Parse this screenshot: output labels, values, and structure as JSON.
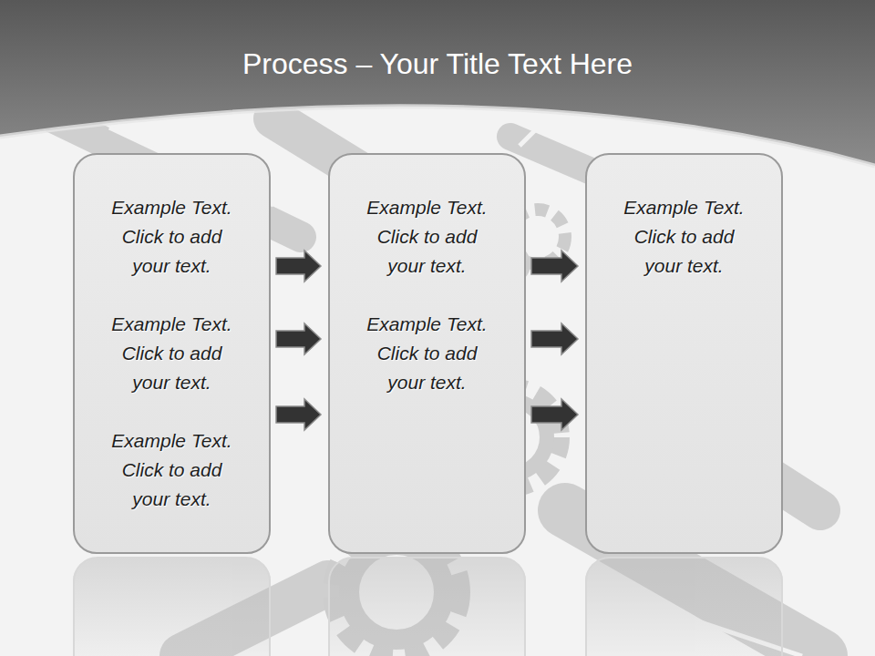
{
  "diagram": {
    "title": "Process – Your Title Text Here",
    "nodes": [
      {
        "text": [
          "Example Text. Click to add your text.",
          "Example Text. Click to add your text.",
          "Example Text. Click to add your text."
        ]
      },
      {
        "text": [
          "Example Text. Click to add your text.",
          "Example Text. Click to add your text."
        ]
      },
      {
        "text": [
          "Example Text. Click to add your text."
        ]
      }
    ],
    "edges": [
      {
        "from": 0,
        "to": 1,
        "arrow": "to"
      },
      {
        "from": 0,
        "to": 1,
        "arrow": "to"
      },
      {
        "from": 0,
        "to": 1,
        "arrow": "to"
      },
      {
        "from": 1,
        "to": 2,
        "arrow": "to"
      },
      {
        "from": 1,
        "to": 2,
        "arrow": "to"
      },
      {
        "from": 1,
        "to": 2,
        "arrow": "to"
      }
    ]
  }
}
